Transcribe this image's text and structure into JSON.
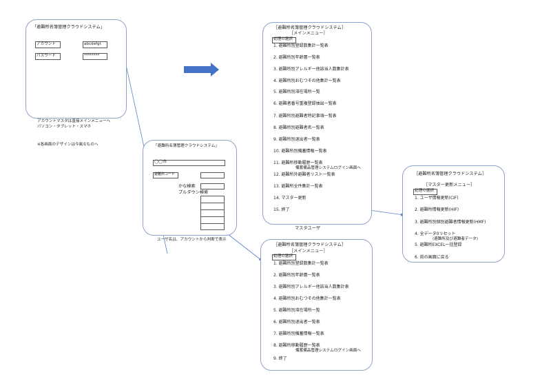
{
  "login": {
    "title": "「避難所名簿管理クラウドシステム」",
    "account_label": "アカウント",
    "account_value": "abcdefgt",
    "password_label": "パスワード",
    "password_value": "********"
  },
  "notes": {
    "master_direct": "アカウントマスタは直接メインメニューへ",
    "devices": "パソコン・タブレット・スマホ",
    "design_note": "※各画面のデザインは今風なものへ",
    "user_name_note": "ユーザ名は、アカウントから判断で表示",
    "master_user": "マスタユーザ"
  },
  "select_screen": {
    "title": "「避難所名簿管理クラウドシステム」",
    "city": "◯◯市",
    "shelter_code_label": "避難所コード",
    "kana_search": "かな検索",
    "pulldown_search": "プルダウン検索"
  },
  "main_menu_master": {
    "title": "［避難所名簿管理クラウドシステム］",
    "subtitle": "［メインメニュー］",
    "select_label": "処理の選択",
    "items": [
      "1. 避難所別登録数集計一覧表",
      "2. 避難所別年齢層一覧表",
      "3. 避難所別アレルギー他該当人数集計表",
      "4. 避難所別おむつその他集計一覧表",
      "5. 避難所別滞在場所一覧",
      "6. 避難者番号重複登録抽出一覧表",
      "7. 避難所別避難者特記事項一覧表",
      "8. 避難所別避難者名一覧表",
      "9. 避難所別退出者一覧表",
      "10. 避難所別備蓄情報一覧表",
      "11. 避難所移動履歴一覧表",
      "12. 避難所外避難者リスト一覧表",
      "13. 避難所全件集計一覧表",
      "14. マスター更新",
      "15. 終了"
    ],
    "item11_sub": "備蓄備品管理システムログイン画面へ"
  },
  "main_menu_user": {
    "title": "［避難所名簿管理クラウドシステム］",
    "subtitle": "［メインメニュー］",
    "select_label": "処理の選択",
    "items": [
      "1. 避難所別登録数集計一覧表",
      "2. 避難所別年齢層一覧表",
      "3. 避難所別アレルギー他該当人数集計表",
      "4. 避難所別おむつその他集計一覧表",
      "5. 避難所別滞在場所一覧",
      "6. 避難所別退出者一覧表",
      "7. 避難所別備蓄情報一覧表",
      "8. 避難所移動履歴一覧表",
      "9. 終了"
    ],
    "item8_sub": "備蓄備品管理システムログイン画面へ"
  },
  "master_menu": {
    "title": "［避難所名簿管理クラウドシステム］",
    "subtitle": "［マスター更新メニュー］",
    "select_label": "処理の選択",
    "items": [
      "1. ユーザ情報更新(CIF)",
      "2. 避難所情報更新(HIF)",
      "3. 避難所別個別避難者情報更新(HMF)",
      "4. 全データ0リセット",
      "5. 避難所EXCEL一括登録",
      "6. 前の画面に戻る"
    ],
    "item4_sub": "(避難所及び避難者データ)"
  },
  "colors": {
    "panel_border": "#8ea3c8",
    "connector": "#5b7fc0",
    "big_arrow": "#4472c4"
  }
}
